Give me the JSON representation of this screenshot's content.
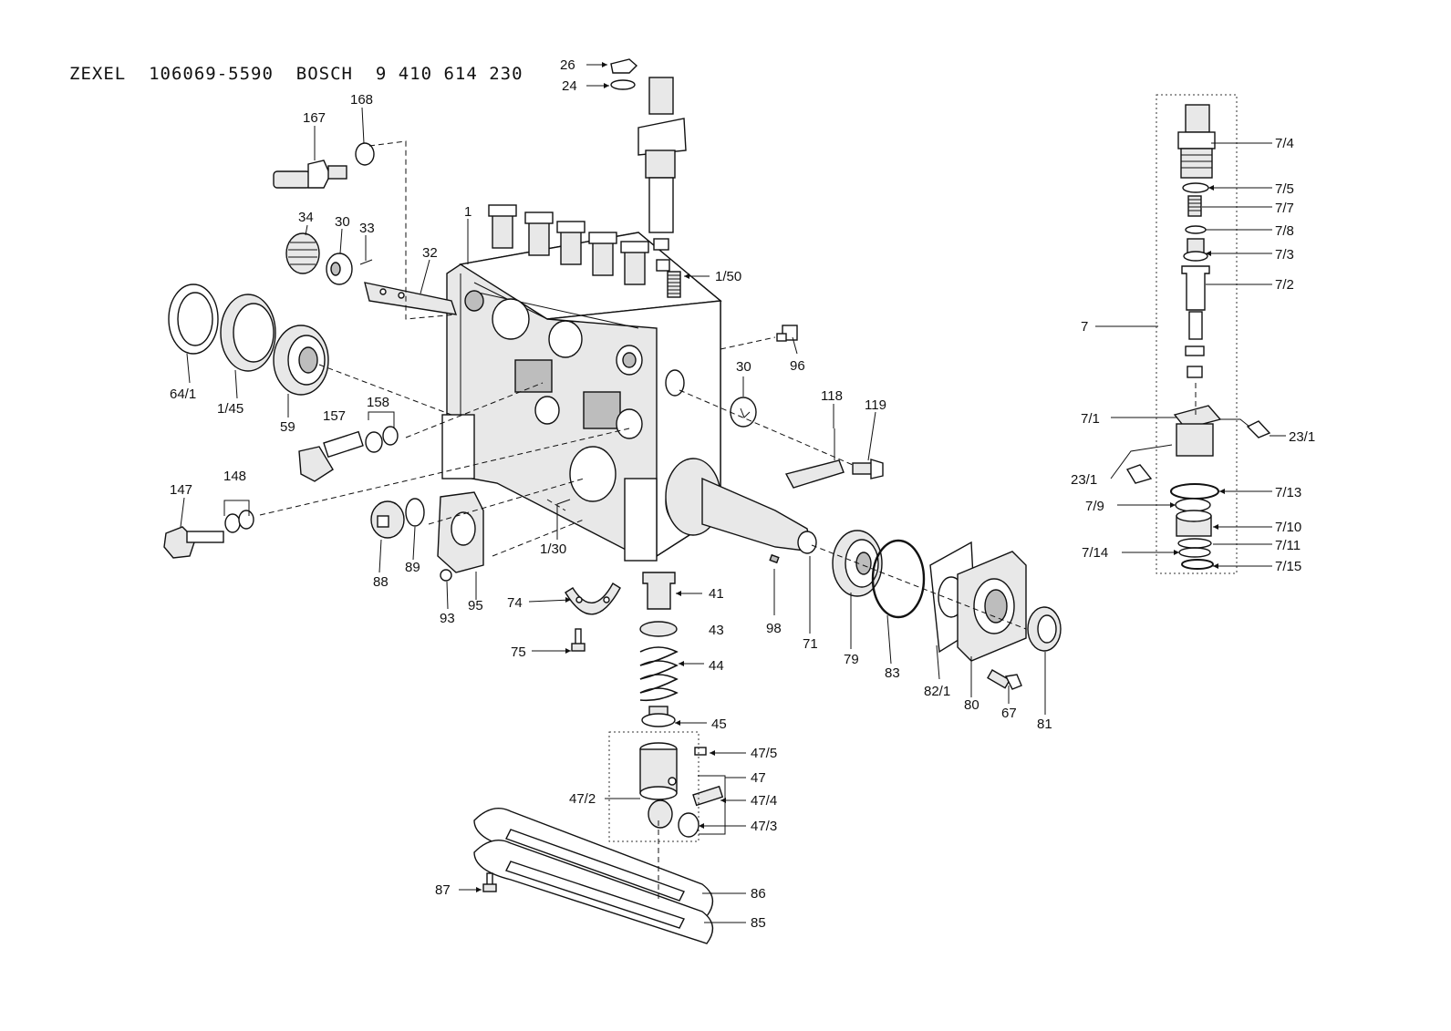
{
  "title": "ZEXEL  106069-5590  BOSCH  9 410 614 230",
  "labels": {
    "p26": "26",
    "p24": "24",
    "p167": "167",
    "p168": "168",
    "p1": "1",
    "p34": "34",
    "p30a": "30",
    "p33": "33",
    "p32": "32",
    "p1_50": "1/50",
    "p64_1": "64/1",
    "p1_45": "1/45",
    "p59": "59",
    "p158": "158",
    "p157": "157",
    "p96": "96",
    "p30b": "30",
    "p118": "118",
    "p119": "119",
    "p147": "147",
    "p148": "148",
    "p88": "88",
    "p89": "89",
    "p93": "93",
    "p95": "95",
    "p1_30": "1/30",
    "p74": "74",
    "p75": "75",
    "p41": "41",
    "p43": "43",
    "p44": "44",
    "p45": "45",
    "p47_5": "47/5",
    "p47": "47",
    "p47_2": "47/2",
    "p47_4": "47/4",
    "p47_3": "47/3",
    "p87": "87",
    "p86": "86",
    "p85": "85",
    "p98": "98",
    "p71": "71",
    "p79": "79",
    "p83": "83",
    "p82_1": "82/1",
    "p80": "80",
    "p67": "67",
    "p81": "81",
    "p7": "7",
    "p7_4": "7/4",
    "p7_5": "7/5",
    "p7_7": "7/7",
    "p7_8": "7/8",
    "p7_3": "7/3",
    "p7_2": "7/2",
    "p7_1": "7/1",
    "p23_1a": "23/1",
    "p23_1b": "23/1",
    "p7_13": "7/13",
    "p7_9": "7/9",
    "p7_10": "7/10",
    "p7_11": "7/11",
    "p7_14": "7/14",
    "p7_15": "7/15"
  }
}
